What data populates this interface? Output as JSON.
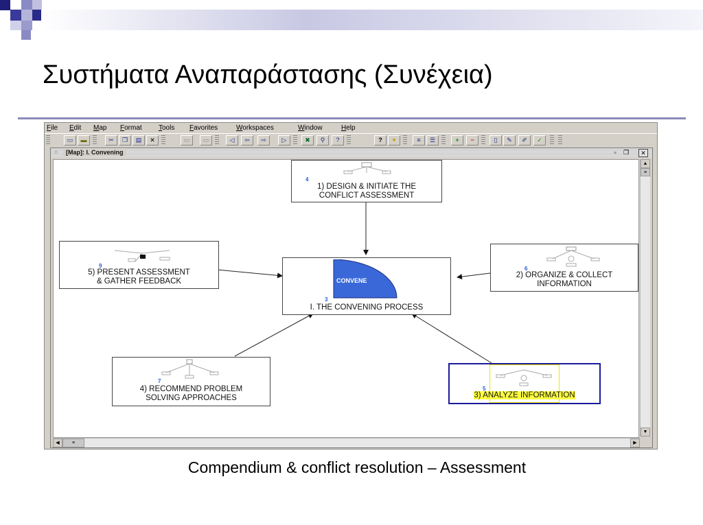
{
  "slide": {
    "title": "Συστήματα Αναπαράστασης (Συνέχεια)",
    "caption": "Compendium & conflict resolution – Assessment",
    "accent_color": "#8a8ab8"
  },
  "app": {
    "menu": [
      "File",
      "Edit",
      "Map",
      "Format",
      "Tools",
      "Favorites",
      "Workspaces",
      "Window",
      "Help"
    ],
    "toolbar_icons": [
      "open-folder-icon",
      "save-icon",
      "cut-icon",
      "copy-icon",
      "paste-icon",
      "delete-icon",
      "back-icon",
      "forward-icon",
      "search-icon",
      "help-icon",
      "idea-icon",
      "add-icon",
      "remove-icon",
      "zoom-icon"
    ],
    "map_window": {
      "title": "[Map]: I. Convening",
      "nodes": [
        {
          "id": "design",
          "number": "4",
          "line1": "1)  DESIGN & INITIATE THE",
          "line2": "CONFLICT ASSESSMENT"
        },
        {
          "id": "present",
          "number": "9",
          "line1": "5) PRESENT ASSESSMENT",
          "line2": "& GATHER FEEDBACK"
        },
        {
          "id": "organize",
          "number": "6",
          "line1": "2) ORGANIZE & COLLECT",
          "line2": "INFORMATION"
        },
        {
          "id": "center",
          "number": "3",
          "line1": "I. THE CONVENING PROCESS",
          "image_text": "CONVENE"
        },
        {
          "id": "recommend",
          "number": "7",
          "line1": "4) RECOMMEND PROBLEM",
          "line2": "SOLVING APPROACHES"
        },
        {
          "id": "analyze",
          "number": "5",
          "line1": "3) ANALYZE INFORMATION",
          "selected": true
        }
      ]
    },
    "colors": {
      "node_number": "#2a5ad6",
      "convene_fill": "#3a68d8",
      "selection_border": "#1a1a9a",
      "highlight": "#ffff40"
    }
  }
}
